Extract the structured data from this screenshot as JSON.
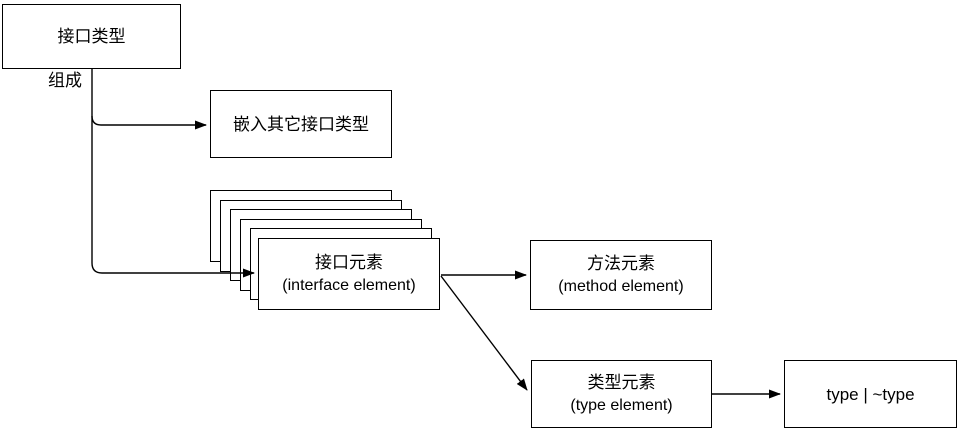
{
  "diagram": {
    "background_color": "#ffffff",
    "stroke_color": "#000000",
    "nodes": {
      "interface_type": {
        "label": "接口类型"
      },
      "embed_other": {
        "label": "嵌入其它接口类型"
      },
      "interface_element": {
        "title": "接口元素",
        "subtitle": "(interface element)"
      },
      "method_element": {
        "title": "方法元素",
        "subtitle": "(method element)"
      },
      "type_element": {
        "title": "类型元素",
        "subtitle": "(type element)"
      },
      "type_term": {
        "label": "type | ~type"
      }
    },
    "edge_labels": {
      "compose": "组成"
    }
  }
}
